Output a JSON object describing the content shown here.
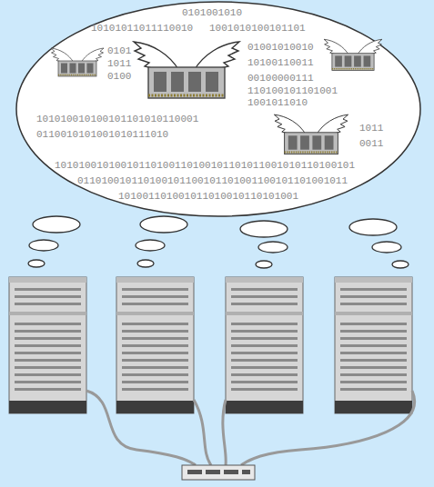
{
  "diagram": {
    "labels": [
      "0101001010",
      "10101011011110010",
      "1001010100101101",
      "0101",
      "01001010010",
      "1011",
      "10100110011",
      "0100",
      "00100000111",
      "110100101101001",
      "1001011010",
      "101010010100101101010110001",
      "0110010101001010111010",
      "1011",
      "0011",
      "10101001010010110100110100101101011001010110100101",
      "011010010110100101100101101001100101101001011",
      "101001101001011010010110101001"
    ]
  }
}
